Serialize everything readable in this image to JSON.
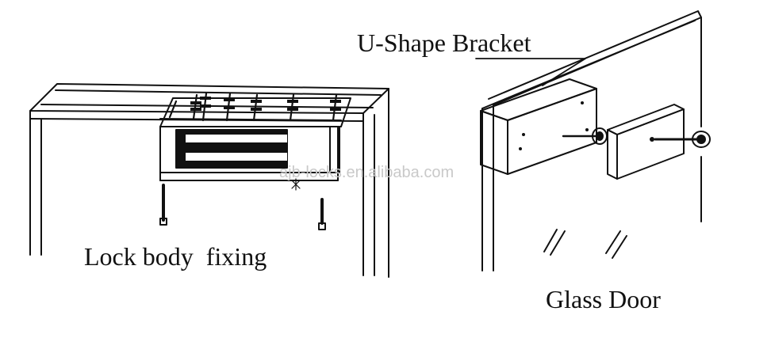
{
  "labels": {
    "lock_body_fixing": "Lock body  fixing",
    "u_shape_bracket": "U-Shape Bracket",
    "glass_door": "Glass Door"
  },
  "watermark": "ajb-locks.en.alibaba.com",
  "colors": {
    "ink": "#111111",
    "watermark": "#c9c9c9",
    "background": "#ffffff"
  }
}
